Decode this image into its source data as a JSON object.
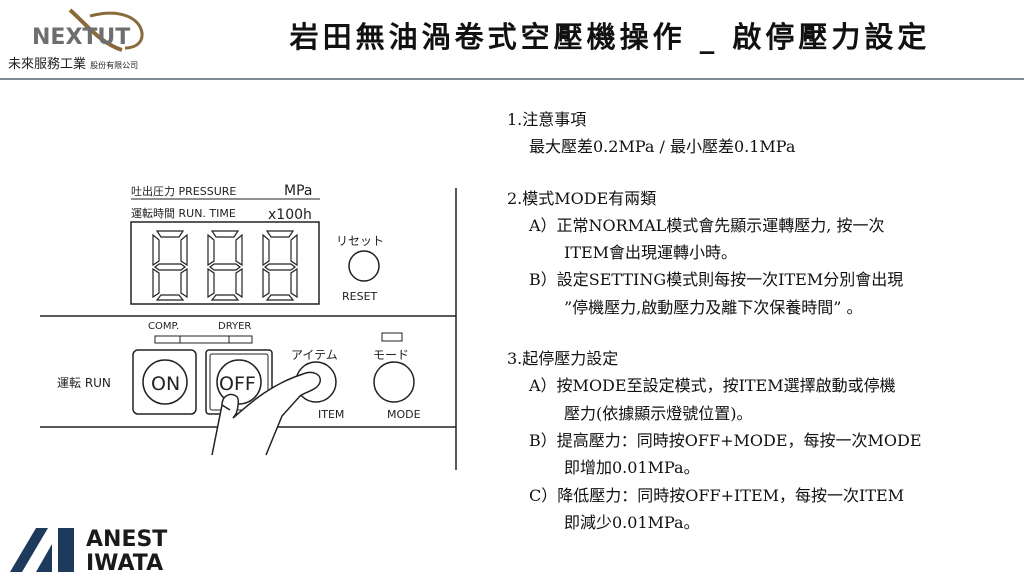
{
  "header": {
    "logo_text": "NEXTUT",
    "company_name": "未來服務工業",
    "company_suffix": "股份有限公司",
    "title": "岩田無油渦卷式空壓機操作 _ 啟停壓力設定"
  },
  "panel": {
    "pressure_label": "吐出圧力 PRESSURE",
    "pressure_unit": "MPa",
    "runtime_label": "運転時間 RUN. TIME",
    "runtime_unit": "x100h",
    "reset_jp": "リセット",
    "reset_en": "RESET",
    "comp_label": "COMP.",
    "dryer_label": "DRYER",
    "run_label": "運転 RUN",
    "on_label": "ON",
    "off_label": "OFF",
    "item_jp": "アイテム",
    "item_en": "ITEM",
    "mode_jp": "モード",
    "mode_en": "MODE"
  },
  "notes": {
    "s1": {
      "heading": "1.注意事項",
      "line1": "最大壓差0.2MPa / 最小壓差0.1MPa"
    },
    "s2": {
      "heading": "2.模式MODE有兩類",
      "a1": "A）正常NORMAL模式會先顯示運轉壓力, 按一次",
      "a2": "ITEM會出現運轉小時。",
      "b1": "B）設定SETTING模式則每按一次ITEM分別會出現",
      "b2": "”停機壓力,啟動壓力及離下次保養時間”  。"
    },
    "s3": {
      "heading": "3.起停壓力設定",
      "a1": "A）按MODE至設定模式，按ITEM選擇啟動或停機",
      "a2": "壓力(依據顯示燈號位置)。",
      "b1": "B）提高壓力：同時按OFF+MODE，每按一次MODE",
      "b2": "即增加0.01MPa。",
      "c1": "C）降低壓力：同時按OFF+ITEM，每按一次ITEM",
      "c2": "即減少0.01MPa。"
    }
  },
  "footer": {
    "brand_line1": "ANEST",
    "brand_line2": "IWATA"
  },
  "colors": {
    "rule": "#7f8a94",
    "nextut_gray": "#6d6e70",
    "nextut_brown": "#8a6a3a",
    "anest_blue": "#1d3a5c"
  }
}
